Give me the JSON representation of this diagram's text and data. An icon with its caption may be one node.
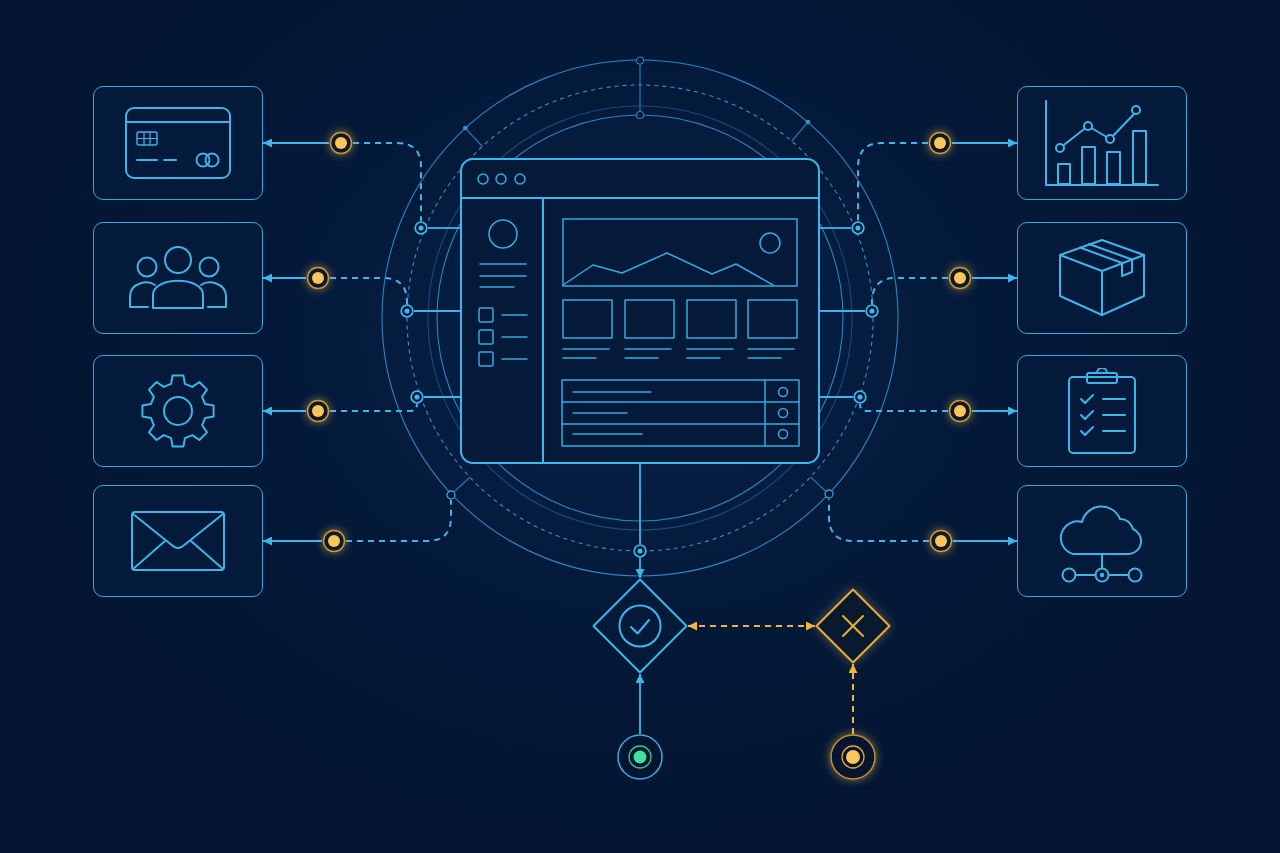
{
  "diagram": {
    "nodes": [
      {
        "text": [],
        "shape": "box"
      },
      {
        "text": [],
        "shape": "box"
      },
      {
        "text": [],
        "shape": "box"
      },
      {
        "text": [],
        "shape": "box"
      },
      {
        "text": [],
        "shape": "circle"
      },
      {
        "text": [],
        "shape": "circle"
      },
      {
        "text": [],
        "shape": "circle"
      },
      {
        "text": [],
        "shape": "circle"
      },
      {
        "text": [],
        "shape": "circle"
      },
      {
        "text": [],
        "shape": "circle"
      },
      {
        "text": [],
        "shape": "circle"
      },
      {
        "text": [],
        "shape": "circle"
      },
      {
        "text": [],
        "shape": "picture"
      },
      {
        "text": [],
        "shape": "circle"
      },
      {
        "text": [],
        "shape": "circle"
      },
      {
        "text": [],
        "shape": "circle"
      },
      {
        "text": [],
        "shape": "circle"
      },
      {
        "text": [],
        "shape": "circle"
      },
      {
        "text": [],
        "shape": "circle"
      },
      {
        "text": [],
        "shape": "circle"
      },
      {
        "text": [],
        "shape": "circle"
      },
      {
        "text": [],
        "shape": "box"
      },
      {
        "text": [],
        "shape": "box"
      },
      {
        "text": [],
        "shape": "box"
      },
      {
        "text": [],
        "shape": "box"
      },
      {
        "text": [],
        "shape": "circle"
      },
      {
        "text": [],
        "shape": "diamond"
      },
      {
        "text": [],
        "shape": "diamond"
      },
      {
        "text": [],
        "shape": "circle"
      },
      {
        "text": [],
        "shape": "circle"
      }
    ],
    "edges": [
      {
        "from": 4,
        "to": 0,
        "arrow": "to"
      },
      {
        "from": 4,
        "to": 8,
        "arrow": "none",
        "style": "dashed"
      },
      {
        "from": 5,
        "to": 1,
        "arrow": "to"
      },
      {
        "from": 5,
        "to": 9,
        "arrow": "none",
        "style": "dashed"
      },
      {
        "from": 6,
        "to": 2,
        "arrow": "to"
      },
      {
        "from": 6,
        "to": 10,
        "arrow": "none",
        "style": "dashed"
      },
      {
        "from": 7,
        "to": 3,
        "arrow": "to"
      },
      {
        "from": 7,
        "to": 11,
        "arrow": "none",
        "style": "dashed"
      },
      {
        "from": 8,
        "to": 12,
        "arrow": "none"
      },
      {
        "from": 9,
        "to": 12,
        "arrow": "none"
      },
      {
        "from": 10,
        "to": 12,
        "arrow": "none"
      },
      {
        "from": 17,
        "to": 21,
        "arrow": "to"
      },
      {
        "from": 17,
        "to": 13,
        "arrow": "none",
        "style": "dashed"
      },
      {
        "from": 18,
        "to": 22,
        "arrow": "to"
      },
      {
        "from": 18,
        "to": 14,
        "arrow": "none",
        "style": "dashed"
      },
      {
        "from": 19,
        "to": 23,
        "arrow": "to"
      },
      {
        "from": 19,
        "to": 15,
        "arrow": "none",
        "style": "dashed"
      },
      {
        "from": 20,
        "to": 24,
        "arrow": "to"
      },
      {
        "from": 20,
        "to": 16,
        "arrow": "none",
        "style": "dashed"
      },
      {
        "from": 13,
        "to": 12,
        "arrow": "none"
      },
      {
        "from": 14,
        "to": 12,
        "arrow": "none"
      },
      {
        "from": 15,
        "to": 12,
        "arrow": "none"
      },
      {
        "from": 12,
        "to": 25,
        "arrow": "none"
      },
      {
        "from": 25,
        "to": 26,
        "arrow": "to"
      },
      {
        "from": 26,
        "to": 27,
        "arrow": "both",
        "style": "dashed",
        "color": "#f3b53f"
      },
      {
        "from": 28,
        "to": 26,
        "arrow": "to"
      },
      {
        "from": 29,
        "to": 27,
        "arrow": "to",
        "style": "dashed",
        "color": "#f3b53f"
      }
    ]
  }
}
